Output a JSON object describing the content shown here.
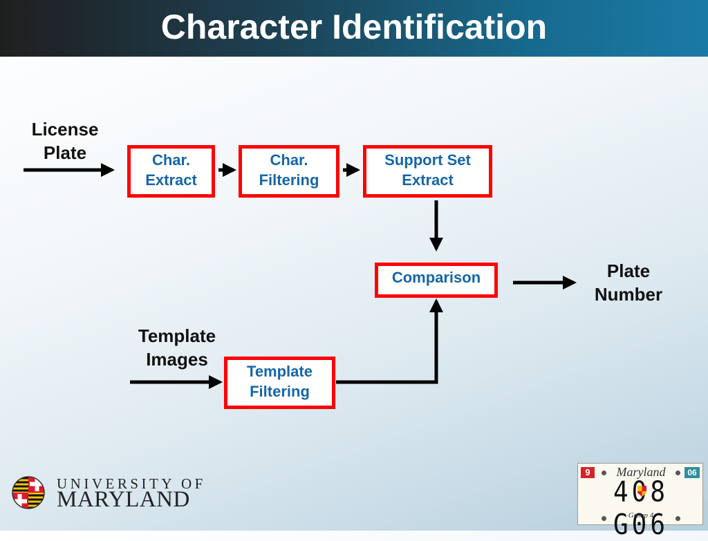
{
  "slide": {
    "title": "Character Identification"
  },
  "diagram": {
    "inputs": {
      "license_plate": [
        "License",
        "Plate"
      ],
      "template_images": [
        "Template",
        "Images"
      ]
    },
    "output": {
      "plate_number": [
        "Plate",
        "Number"
      ]
    },
    "boxes": {
      "char_extract": [
        "Char.",
        "Extract"
      ],
      "char_filtering": [
        "Char.",
        "Filtering"
      ],
      "support_set_extract": [
        "Support Set",
        "Extract"
      ],
      "comparison": [
        "Comparison"
      ],
      "template_filtering": [
        "Template",
        "Filtering"
      ]
    },
    "colors": {
      "box_border": "#ff0000",
      "box_text": "#1566a8",
      "arrow": "#000000",
      "header_start": "#1f1f1f",
      "header_end": "#1a7aa6"
    }
  },
  "logo": {
    "line1": "UNIVERSITY OF",
    "line2": "MARYLAND",
    "icon": "maryland-flag-shield-icon"
  },
  "plate_image": {
    "state": "Maryland",
    "number": "408 G06",
    "left_sticker": "9",
    "right_sticker": "06",
    "footer": "Group 4"
  }
}
